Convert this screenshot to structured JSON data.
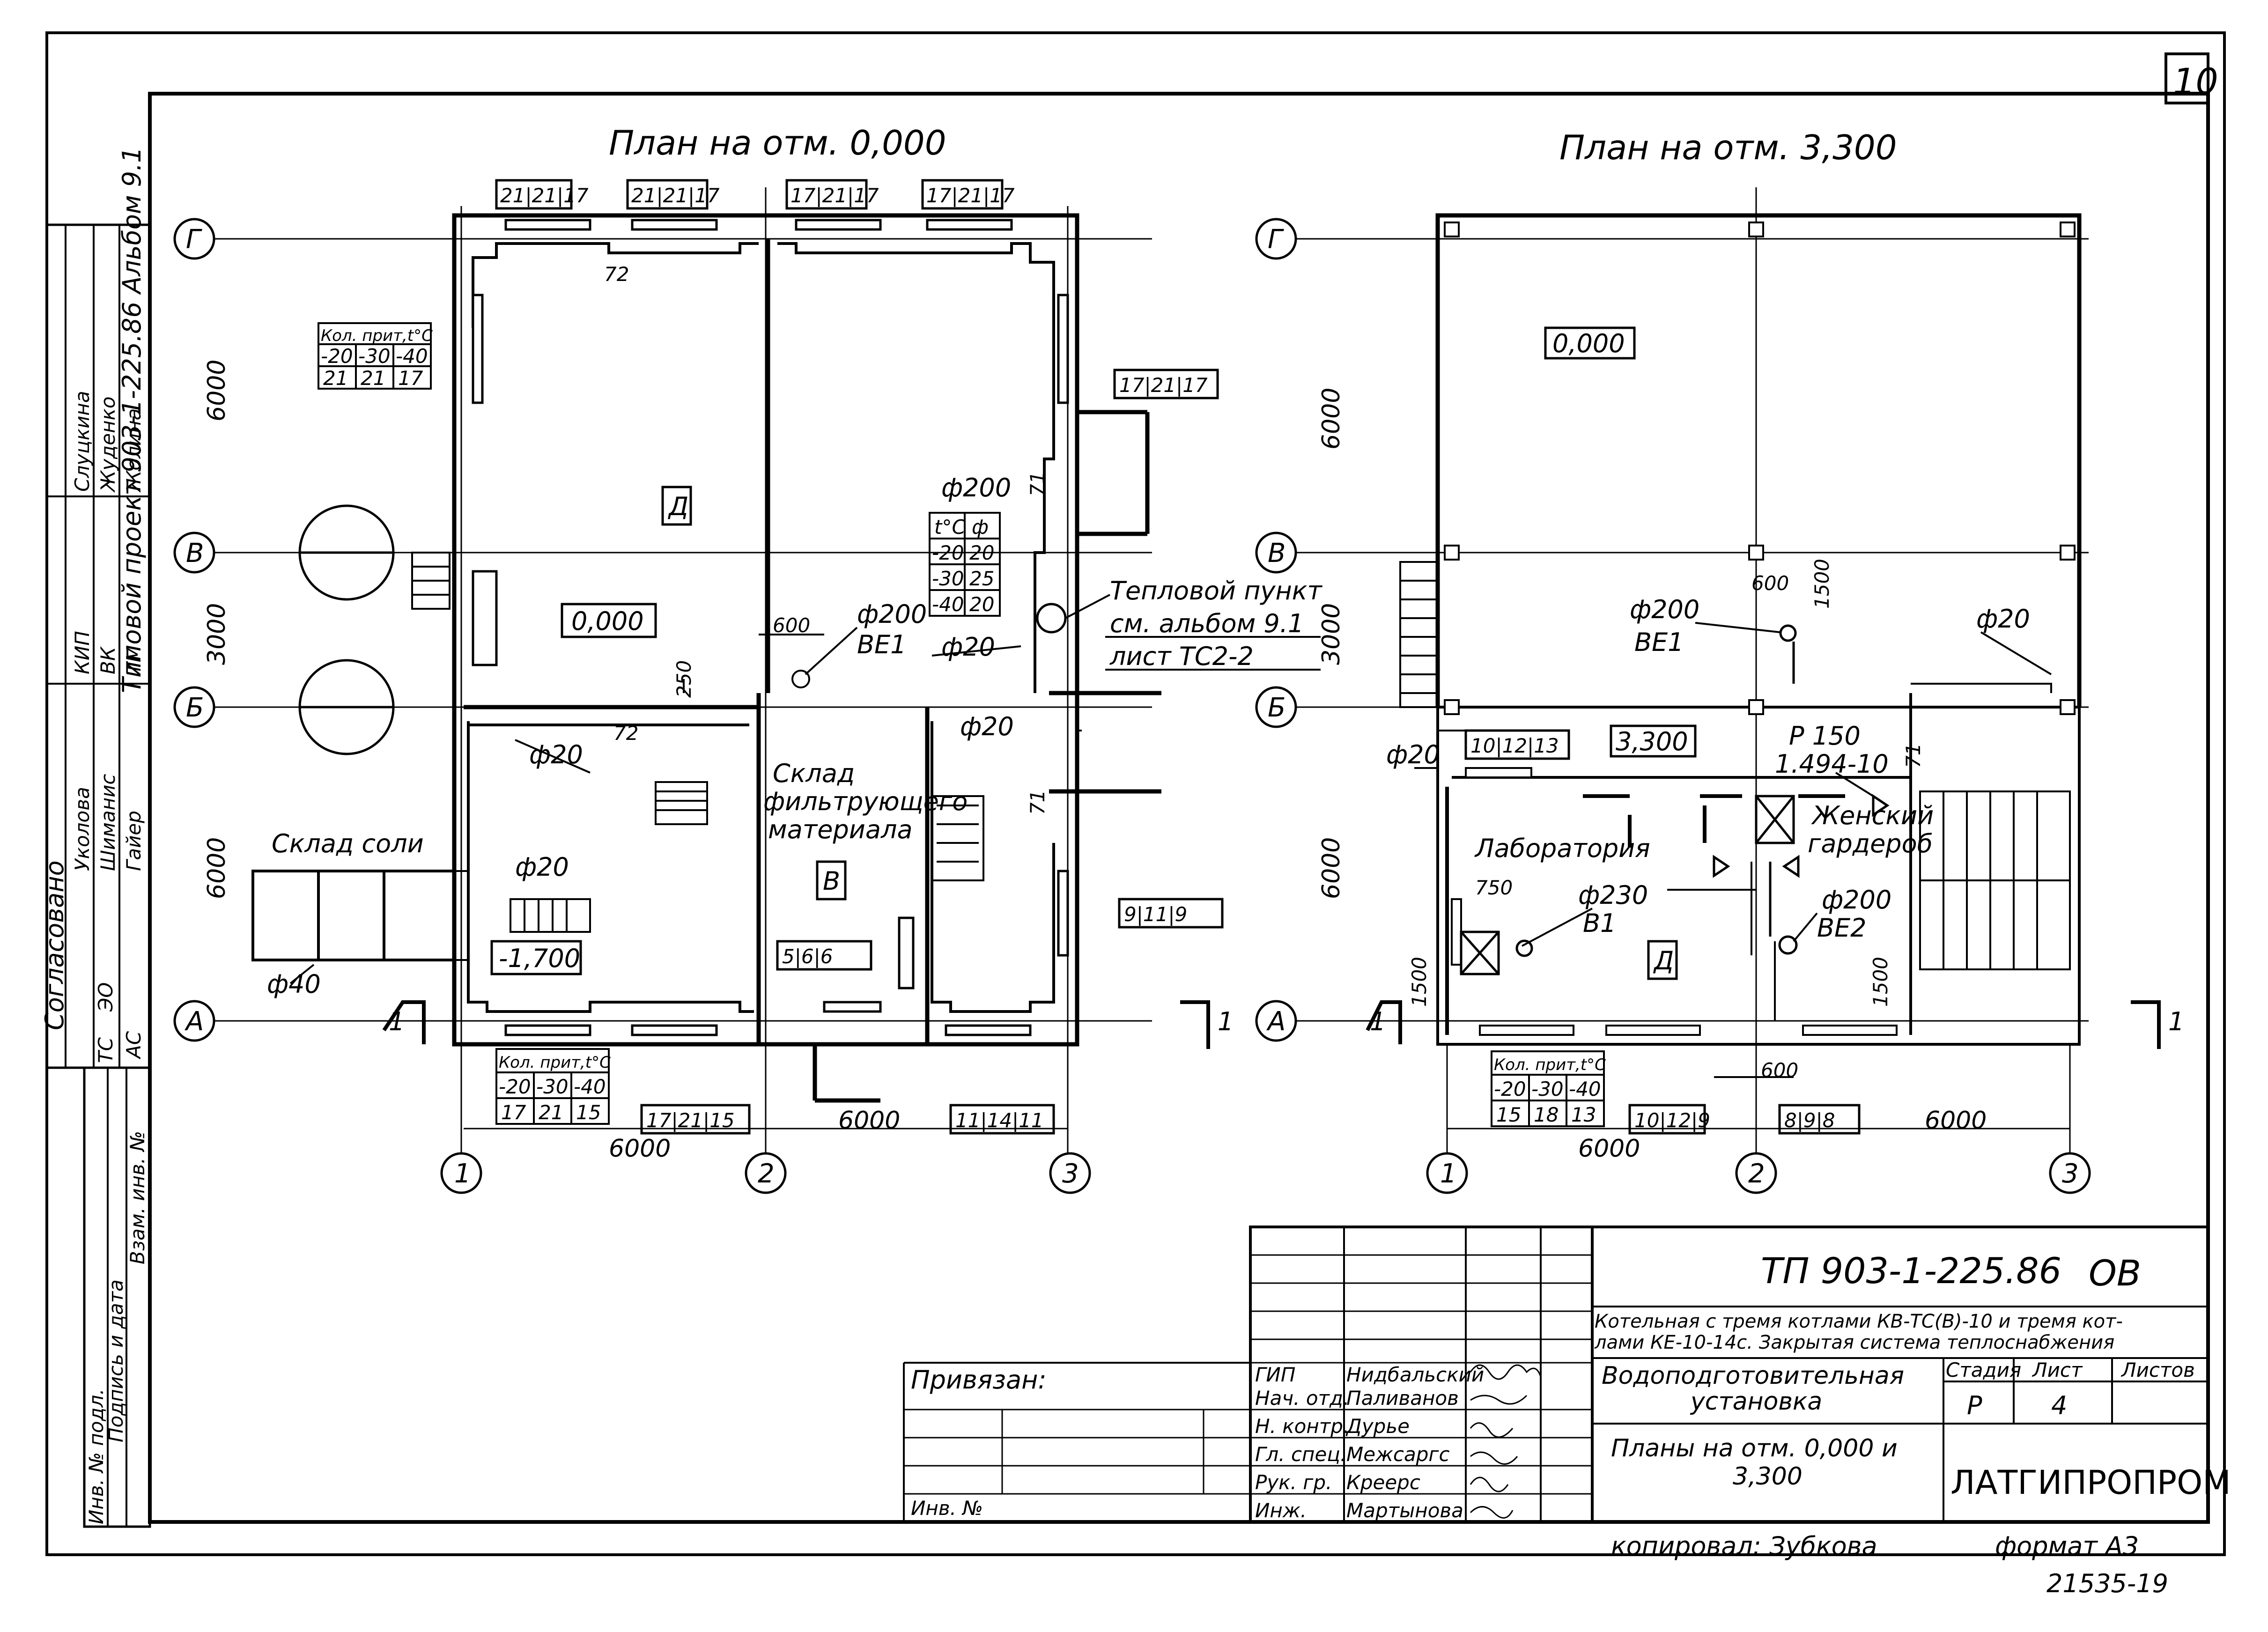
{
  "sheet": {
    "sheet_number": "10",
    "copied_by": "копировал: Зубкова",
    "format": "формат А3",
    "inventory": "21535-19"
  },
  "left_side": {
    "album_ref": "Типовой проект 903-1-225.86 Альбом 9.1",
    "agreed_title": "Согласовано",
    "approvals": [
      {
        "dept": "ТС",
        "name": "Уколова"
      },
      {
        "dept": "ЭО",
        "name": "Шиманис"
      },
      {
        "dept": "АС",
        "name": "Гайер"
      },
      {
        "dept": "КИП",
        "name": "Слуцкина"
      },
      {
        "dept": "ВК",
        "name": "Жуденко"
      },
      {
        "dept": "ТМ",
        "name": "Жолина"
      }
    ],
    "stamp_labels": [
      "Инв. № подл.",
      "Подпись и дата",
      "Взам. инв. №"
    ]
  },
  "plan1": {
    "title": "План на отм. 0,000",
    "axes_rows": [
      "Г",
      "В",
      "Б",
      "А"
    ],
    "axes_cols": [
      "1",
      "2",
      "3"
    ],
    "dims_vertical": [
      "6000",
      "3000",
      "6000"
    ],
    "dims_horizontal": [
      "6000",
      "6000"
    ],
    "radiator_top": [
      "21|21|17",
      "21|21|17",
      "17|21|17",
      "17|21|17"
    ],
    "radiator_right": "17|21|17",
    "radiator_bottom": [
      "17|21|15",
      "11|14|11"
    ],
    "radiator_mid": [
      "5|6|6",
      "9|11|9"
    ],
    "radiator_table_top": {
      "header": "Кол. прит,t°C",
      "temps": [
        "-20",
        "-30",
        "-40"
      ],
      "values": [
        "21",
        "21",
        "17"
      ]
    },
    "radiator_table_bottom": {
      "header": "Кол. прит,t°C",
      "temps": [
        "-20",
        "-30",
        "-40"
      ],
      "values": [
        "17",
        "21",
        "15"
      ]
    },
    "temp_table": {
      "header": [
        "t°C",
        "ф"
      ],
      "rows": [
        [
          "-20",
          "20"
        ],
        [
          "-30",
          "25"
        ],
        [
          "-40",
          "20"
        ]
      ]
    },
    "level_main": "0,000",
    "level_pit": "-1,700",
    "category_a": "Д",
    "category_b": "В",
    "room_salt": "Склад соли",
    "room_filter": "Склад фильтрующего материала",
    "heat_point": [
      "Тепловой пункт",
      "см. альбом 9.1",
      "лист ТС2-2"
    ],
    "pipe_labels": [
      "ф200",
      "ф200",
      "ВЕ1",
      "ф20",
      "ф20",
      "ф20",
      "ф20",
      "ф40",
      "72",
      "72",
      "71",
      "71",
      "600",
      "250"
    ],
    "section_mark": "1"
  },
  "plan2": {
    "title": "План на отм. 3,300",
    "axes_rows": [
      "Г",
      "В",
      "Б",
      "А"
    ],
    "axes_cols": [
      "1",
      "2",
      "3"
    ],
    "dims_vertical": [
      "6000",
      "3000",
      "6000"
    ],
    "dims_horizontal": [
      "6000",
      "6000"
    ],
    "level_upper": "0,000",
    "level_floor": "3,300",
    "radiator_top": "10|12|13",
    "radiator_bottom": [
      "10|12|9",
      "8|9|8"
    ],
    "radiator_table": {
      "header": "Кол. прит,t°C",
      "temps": [
        "-20",
        "-30",
        "-40"
      ],
      "values": [
        "15",
        "18",
        "13"
      ]
    },
    "room_lab": "Лаборатория",
    "room_wardrobe": "Женский гардероб",
    "category": "Д",
    "equipment": [
      "Р 150",
      "1.494-10"
    ],
    "pipe_labels": [
      "ф200",
      "ВЕ1",
      "ф20",
      "ф20",
      "ф230",
      "В1",
      "ф200",
      "ВЕ2",
      "71",
      "600",
      "1500",
      "750",
      "1500",
      "1500",
      "600"
    ],
    "section_mark": "1"
  },
  "title_block": {
    "project_code": "ТП 903-1-225.86",
    "mark": "ОВ",
    "description": "Котельная с тремя котлами КВ-ТС(В)-10 и тремя котлами КЕ-10-14с. Закрытая система теплоснабжения",
    "drawing_name": "Водоподготовительная установка",
    "sheet_name": "Планы на отм. 0,000 и 3,300",
    "stage_header": [
      "Стадия",
      "Лист",
      "Листов"
    ],
    "stage": "Р",
    "sheet": "4",
    "company": "ЛАТГИПРОПРОМ",
    "bound_label": "Привязан:",
    "inv_label": "Инв. №",
    "signatures": [
      {
        "role": "ГИП",
        "name": "Нидбальский"
      },
      {
        "role": "Нач. отд.",
        "name": "Паливанов"
      },
      {
        "role": "Н. контр.",
        "name": "Дурье"
      },
      {
        "role": "Гл. спец.",
        "name": "Межсаргс"
      },
      {
        "role": "Рук. гр.",
        "name": "Креерс"
      },
      {
        "role": "Инж.",
        "name": "Мартынова"
      }
    ]
  }
}
